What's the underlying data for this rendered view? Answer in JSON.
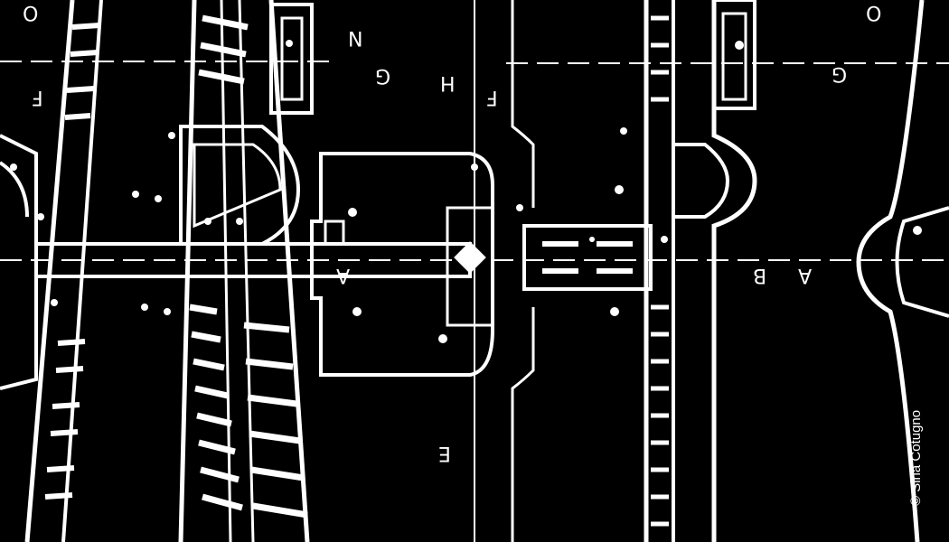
{
  "image": {
    "subject": "white-on-black architectural floor plan",
    "background": "#000000",
    "linework": "#ffffff"
  },
  "labels": {
    "o_left": "O",
    "o_right": "O",
    "n": "N",
    "g_left": "G",
    "g_right": "G",
    "h": "H",
    "f_left": "F",
    "f_mid": "F",
    "a_mid": "A",
    "b": "B",
    "a_right": "A",
    "e": "E"
  },
  "credit": "© Siria Cotugno"
}
